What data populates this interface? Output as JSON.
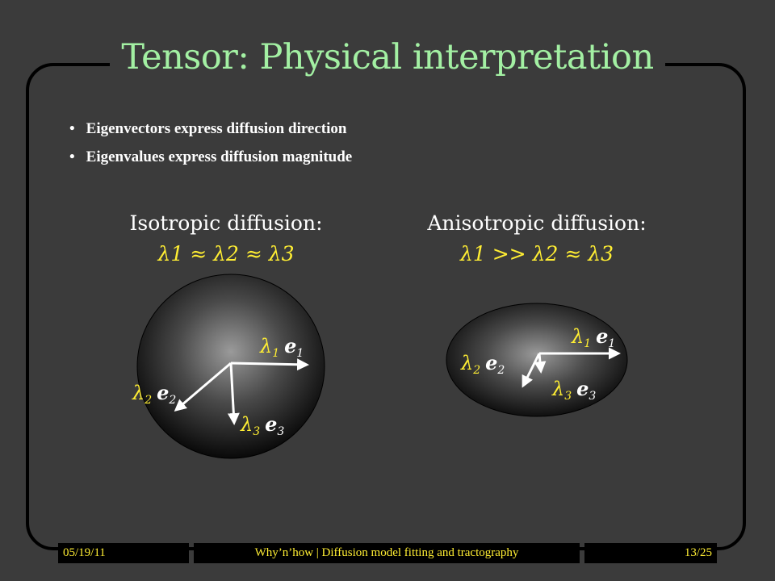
{
  "slide": {
    "title": "Tensor: Physical interpretation",
    "bullets": [
      "Eigenvectors express diffusion direction",
      "Eigenvalues express diffusion magnitude"
    ]
  },
  "isotropic": {
    "caption": "Isotropic diffusion:",
    "eq": {
      "l1": "λ1",
      "op1": "≈",
      "l2": "λ2",
      "op2": "≈",
      "l3": "λ3"
    },
    "labels": {
      "v1_lambda": "λ",
      "v1_sub": "1",
      "v1_e": "e",
      "v1_esub": "1",
      "v2_lambda": "λ",
      "v2_sub": "2",
      "v2_e": "e",
      "v2_esub": "2",
      "v3_lambda": "λ",
      "v3_sub": "3",
      "v3_e": "e",
      "v3_esub": "3"
    }
  },
  "anisotropic": {
    "caption": "Anisotropic diffusion:",
    "eq": {
      "l1": "λ1",
      "op1": ">>",
      "l2": "λ2",
      "op2": "≈",
      "l3": "λ3"
    },
    "labels": {
      "v1_lambda": "λ",
      "v1_sub": "1",
      "v1_e": "e",
      "v1_esub": "1",
      "v2_lambda": "λ",
      "v2_sub": "2",
      "v2_e": "e",
      "v2_esub": "2",
      "v3_lambda": "λ",
      "v3_sub": "3",
      "v3_e": "e",
      "v3_esub": "3"
    }
  },
  "footer": {
    "date": "05/19/11",
    "center": "Why’n’how | Diffusion model fitting and tractography",
    "page": "13/25"
  },
  "colors": {
    "title": "#a3f0a3",
    "accent": "#ffee33",
    "background": "#3b3b3b"
  }
}
